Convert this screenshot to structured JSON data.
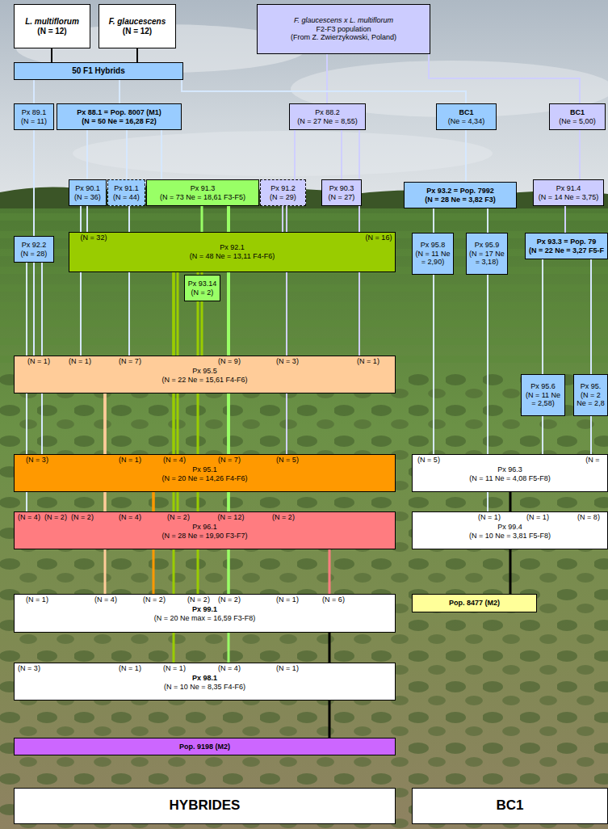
{
  "diagram": {
    "nodes": [
      {
        "text": [
          "L. multiflorum",
          "(N = 12)"
        ]
      },
      {
        "text": [
          "F. glaucescens",
          "(N = 12)"
        ]
      },
      {
        "text": [
          "F. glaucescens x L. multiflorum",
          "F2-F3 population",
          "(From Z. Zwierzykowski, Poland)"
        ]
      },
      {
        "text": [
          "50 F1 Hybrids"
        ]
      },
      {
        "text": [
          "Px 89.1",
          "(N = 11)"
        ]
      },
      {
        "text": [
          "Px 88.1 = Pop. 8007 (M1)",
          "(N = 50 Ne = 16,28 F2)"
        ]
      },
      {
        "text": [
          "Px 88.2",
          "(N = 27 Ne = 8,55)"
        ]
      },
      {
        "text": [
          "BC1",
          "(Ne = 4,34)"
        ]
      },
      {
        "text": [
          "BC1",
          "(Ne = 5,00)"
        ]
      },
      {
        "text": [
          "Px 90.1",
          "(N = 36)"
        ]
      },
      {
        "text": [
          "Px 91.1",
          "(N = 44)"
        ]
      },
      {
        "text": [
          "Px 91.3",
          "(N = 73 Ne = 18,61 F3-F5)"
        ]
      },
      {
        "text": [
          "Px 91.2",
          "(N = 29)"
        ]
      },
      {
        "text": [
          "Px 90.3",
          "(N = 27)"
        ]
      },
      {
        "text": [
          "Px 93.2 = Pop. 7992",
          "(N = 28 Ne = 3,82 F3)"
        ]
      },
      {
        "text": [
          "Px 91.4",
          "(N = 14 Ne = 3,75)"
        ]
      },
      {
        "text": [
          "Px 92.2",
          "(N = 28)"
        ]
      },
      {
        "text": [
          "(N = 32)",
          "Px 92.1",
          "(N = 48 Ne = 13,11 F4-F6)",
          "(N = 16)"
        ]
      },
      {
        "text": [
          "Px 95.8",
          "(N = 11 Ne = 2,90)"
        ]
      },
      {
        "text": [
          "Px 95.9",
          "(N = 17 Ne = 3,18)"
        ]
      },
      {
        "text": [
          "Px 93.3 = Pop. 79",
          "(N = 22 Ne = 3,27 F5-F"
        ]
      },
      {
        "text": [
          "Px 93.14",
          "(N = 2)"
        ]
      },
      {
        "text": [
          "(N = 1)",
          "(N = 1)",
          "(N = 7)",
          "(N = 9)",
          "(N = 3)",
          "(N = 1)",
          "Px 95.5",
          "(N = 22 Ne = 15,61 F4-F6)"
        ]
      },
      {
        "text": [
          "Px 95.6",
          "(N = 11 Ne = 2,58)"
        ]
      },
      {
        "text": [
          "Px 95.",
          "(N = 2 Ne = 2,8"
        ]
      },
      {
        "text": [
          "(N = 3)",
          "(N = 1)",
          "(N = 4)",
          "(N = 7)",
          "(N = 5)",
          "Px 95.1",
          "(N = 20 Ne = 14,26 F4-F6)"
        ]
      },
      {
        "text": [
          "(N = 5)",
          "(N =",
          "Px 96.3",
          "(N = 11 Ne = 4,08 F5-F8)"
        ]
      },
      {
        "text": [
          "(N = 4)",
          "(N = 2)",
          "(N = 2)",
          "(N = 4)",
          "(N = 2)",
          "(N = 12)",
          "(N = 2)",
          "Px 96.1",
          "(N = 28 Ne = 19,90 F3-F7)"
        ]
      },
      {
        "text": [
          "(N = 1)",
          "(N = 1)",
          "(N = 8)",
          "Px 99.4",
          "(N = 10 Ne = 3,81 F5-F8)"
        ]
      },
      {
        "text": [
          "(N = 1)",
          "(N = 4)",
          "(N = 2)",
          "(N = 2)",
          "(N = 2)",
          "(N = 1)",
          "(N = 6)",
          "Px 99.1",
          "(N = 20 Ne max = 16,59 F3-F8)"
        ]
      },
      {
        "text": [
          "Pop. 8477 (M2)"
        ]
      },
      {
        "text": [
          "(N = 3)",
          "(N = 1)",
          "(N = 1)",
          "(N = 4)",
          "(N = 1)",
          "Px 98.1",
          "(N = 10 Ne = 8,35 F4-F6)"
        ]
      },
      {
        "text": [
          "Pop. 9198 (M2)"
        ]
      },
      {
        "text": [
          "HYBRIDES"
        ]
      },
      {
        "text": [
          "BC1"
        ]
      }
    ],
    "edges": [
      {
        "from": 0,
        "to": 3,
        "arrow": "none"
      },
      {
        "from": 1,
        "to": 3,
        "arrow": "none"
      },
      {
        "from": 2,
        "to": 6,
        "arrow": "none"
      },
      {
        "from": 2,
        "to": 8,
        "arrow": "none"
      },
      {
        "from": 3,
        "to": 4,
        "arrow": "none"
      },
      {
        "from": 3,
        "to": 5,
        "arrow": "none"
      },
      {
        "from": 3,
        "to": 7,
        "arrow": "none"
      },
      {
        "from": 4,
        "to": 16,
        "arrow": "none"
      },
      {
        "from": 5,
        "to": 9,
        "arrow": "none"
      },
      {
        "from": 5,
        "to": 10,
        "arrow": "none"
      },
      {
        "from": 5,
        "to": 11,
        "arrow": "none"
      },
      {
        "from": 6,
        "to": 12,
        "arrow": "none"
      },
      {
        "from": 6,
        "to": 13,
        "arrow": "none"
      },
      {
        "from": 7,
        "to": 14,
        "arrow": "none"
      },
      {
        "from": 8,
        "to": 15,
        "arrow": "none"
      },
      {
        "from": 9,
        "to": 17,
        "arrow": "none"
      },
      {
        "from": 11,
        "to": 17,
        "arrow": "none"
      },
      {
        "from": 12,
        "to": 17,
        "arrow": "none"
      },
      {
        "from": 14,
        "to": 18,
        "arrow": "none"
      },
      {
        "from": 14,
        "to": 19,
        "arrow": "none"
      },
      {
        "from": 15,
        "to": 20,
        "arrow": "none"
      },
      {
        "from": 17,
        "to": 21,
        "arrow": "none"
      },
      {
        "from": 20,
        "to": 23,
        "arrow": "none"
      },
      {
        "from": 20,
        "to": 24,
        "arrow": "none"
      },
      {
        "from": 16,
        "to": 22,
        "arrow": "none"
      },
      {
        "from": 9,
        "to": 22,
        "arrow": "none"
      },
      {
        "from": 10,
        "to": 22,
        "arrow": "none"
      },
      {
        "from": 17,
        "to": 22,
        "arrow": "none"
      },
      {
        "from": 21,
        "to": 22,
        "arrow": "none"
      },
      {
        "from": 11,
        "to": 22,
        "arrow": "none"
      },
      {
        "from": 12,
        "to": 22,
        "arrow": "none"
      },
      {
        "from": 6,
        "to": 22,
        "arrow": "none"
      },
      {
        "from": 16,
        "to": 25,
        "arrow": "none"
      },
      {
        "from": 22,
        "to": 25,
        "arrow": "none"
      },
      {
        "from": 17,
        "to": 25,
        "arrow": "none"
      },
      {
        "from": 11,
        "to": 25,
        "arrow": "none"
      },
      {
        "from": 12,
        "to": 25,
        "arrow": "none"
      },
      {
        "from": 18,
        "to": 26,
        "arrow": "none"
      },
      {
        "from": 23,
        "to": 26,
        "arrow": "none"
      },
      {
        "from": 24,
        "to": 26,
        "arrow": "none"
      },
      {
        "from": 22,
        "to": 27,
        "arrow": "none"
      },
      {
        "from": 25,
        "to": 27,
        "arrow": "none"
      },
      {
        "from": 17,
        "to": 27,
        "arrow": "none"
      },
      {
        "from": 11,
        "to": 27,
        "arrow": "none"
      },
      {
        "from": 16,
        "to": 27,
        "arrow": "none"
      },
      {
        "from": 19,
        "to": 28,
        "arrow": "none"
      },
      {
        "from": 26,
        "to": 28,
        "arrow": "none"
      },
      {
        "from": 22,
        "to": 29,
        "arrow": "none"
      },
      {
        "from": 25,
        "to": 29,
        "arrow": "none"
      },
      {
        "from": 17,
        "to": 29,
        "arrow": "none"
      },
      {
        "from": 11,
        "to": 29,
        "arrow": "none"
      },
      {
        "from": 27,
        "to": 29,
        "arrow": "none"
      },
      {
        "from": 28,
        "to": 30,
        "arrow": "none"
      },
      {
        "from": 17,
        "to": 31,
        "arrow": "none"
      },
      {
        "from": 11,
        "to": 31,
        "arrow": "none"
      },
      {
        "from": 29,
        "to": 31,
        "arrow": "none"
      },
      {
        "from": 31,
        "to": 32,
        "arrow": "none"
      }
    ]
  }
}
